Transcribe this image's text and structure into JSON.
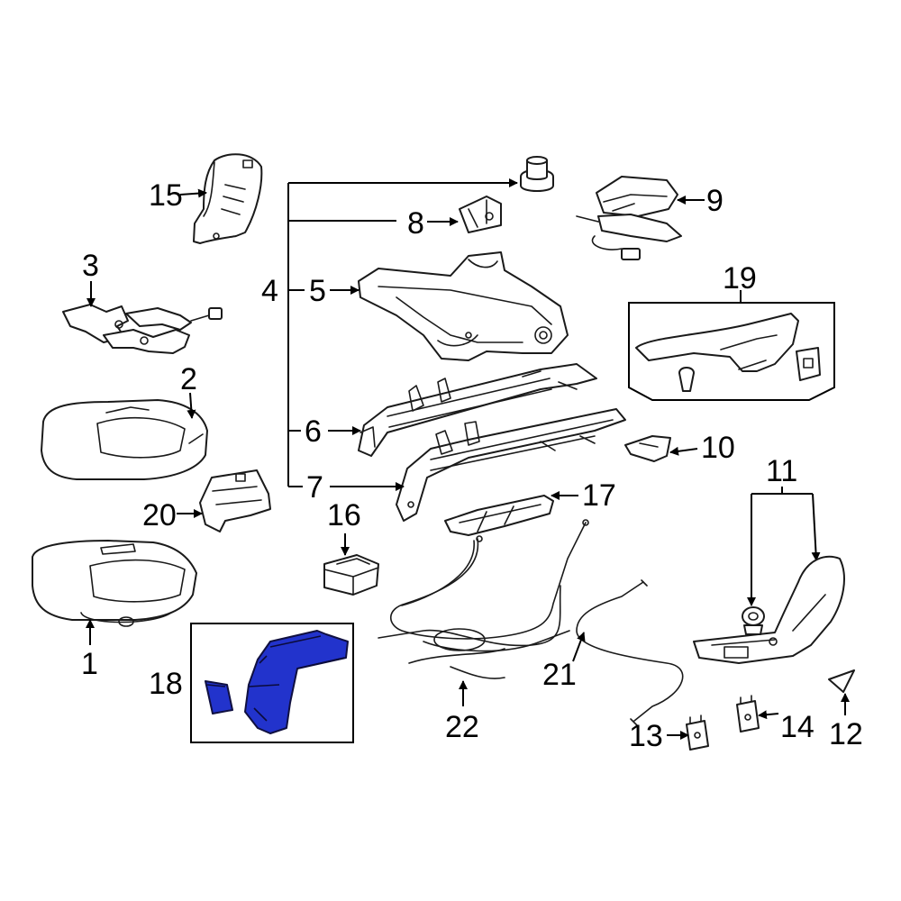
{
  "diagram": {
    "highlight_color": "#2233cc",
    "callouts": {
      "c1": "1",
      "c2": "2",
      "c3": "3",
      "c4": "4",
      "c5": "5",
      "c6": "6",
      "c7": "7",
      "c8": "8",
      "c9": "9",
      "c10": "10",
      "c11": "11",
      "c12": "12",
      "c13": "13",
      "c14": "14",
      "c15": "15",
      "c16": "16",
      "c17": "17",
      "c18": "18",
      "c19": "19",
      "c20": "20",
      "c21": "21",
      "c22": "22"
    },
    "highlighted_part": "18"
  }
}
